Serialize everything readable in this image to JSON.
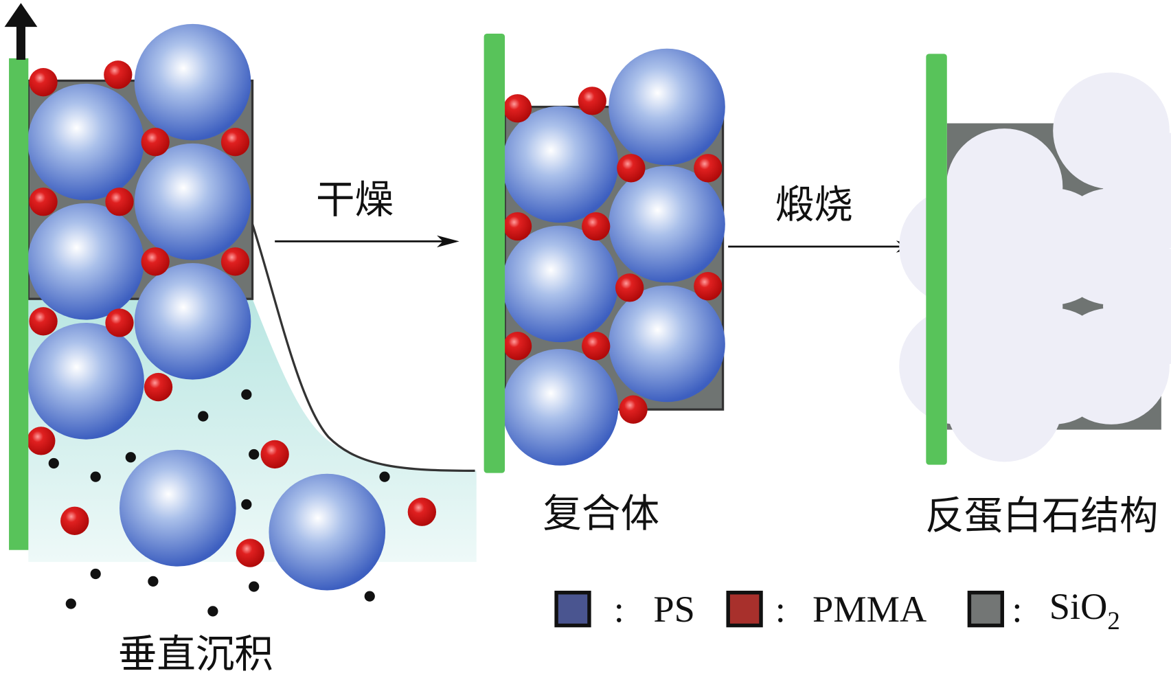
{
  "title": "PS/PMMA/SiO2 inverse opal fabrication process",
  "steps": {
    "deposition_label": "垂直沉积",
    "drying_label": "干燥",
    "composite_label": "复合体",
    "calcination_label": "煅烧",
    "inverse_opal_label": "反蛋白石结构"
  },
  "legend": {
    "items": [
      {
        "label": "PS",
        "color": "#4a5590"
      },
      {
        "label": "PMMA",
        "color": "#a8302c"
      },
      {
        "label": "SiO",
        "subscript": "2",
        "color": "#737675"
      }
    ],
    "separator": ":"
  },
  "colors": {
    "substrate": "#58c35a",
    "sphere_ps": "#5a78c8",
    "sphere_pmma": "#d01a1a",
    "silica": "#6f7472",
    "liquid": "#cdeeea"
  }
}
